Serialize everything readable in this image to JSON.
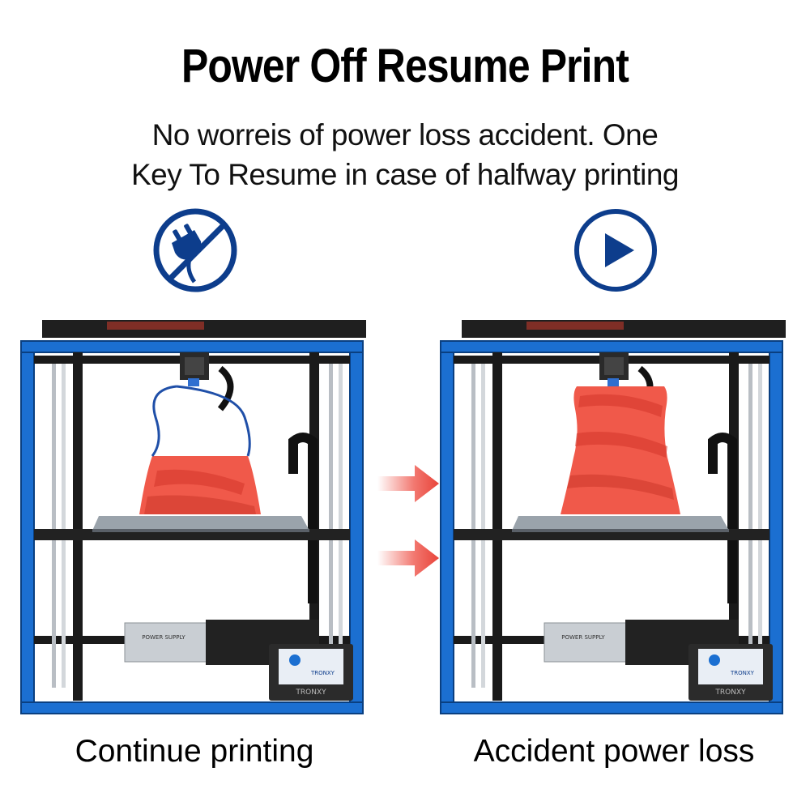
{
  "header": {
    "title": "Power Off  Resume Print",
    "subtitle_line1": "No worreis of power loss accident. One",
    "subtitle_line2": "Key To Resume in case of halfway printing"
  },
  "icons": {
    "left": "power-unplugged-icon",
    "right": "play-icon"
  },
  "printers": {
    "left": {
      "caption": "Continue printing",
      "screen_logo": "TRONXY",
      "frame_brand": "TRONXY",
      "psu_label": "POWER SUPPLY",
      "print_progress": 0.45
    },
    "right": {
      "caption": "Accident power loss",
      "screen_logo": "TRONXY",
      "frame_brand": "TRONXY",
      "psu_label": "POWER SUPPLY",
      "print_progress": 1.0
    }
  },
  "colors": {
    "brand_blue": "#0d3d8c",
    "frame_blue": "#1b6fd1",
    "frame_dark": "#1a1a1a",
    "print_red": "#f0594a",
    "arrow_red": "#e8443a"
  }
}
